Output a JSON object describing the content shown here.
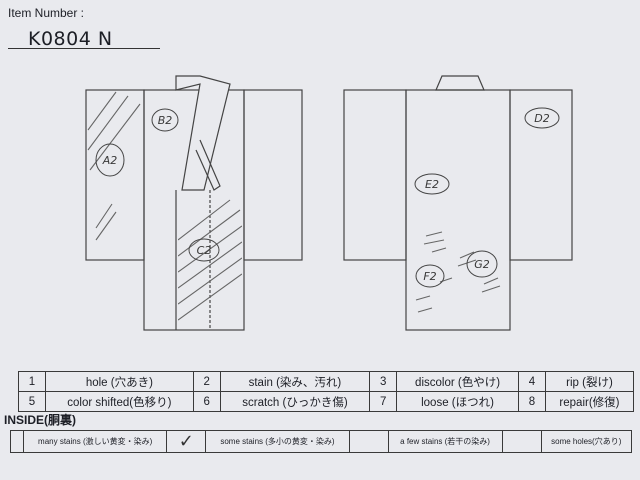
{
  "header": {
    "item_number_label": "Item Number :",
    "item_number_value": "K0804   N"
  },
  "marks": {
    "front": [
      "A2",
      "B2",
      "C2"
    ],
    "back": [
      "D2",
      "E2",
      "F2",
      "G2"
    ]
  },
  "legend": [
    [
      {
        "num": "1",
        "label": "hole (穴あき)"
      },
      {
        "num": "2",
        "label": "stain (染み、汚れ)"
      },
      {
        "num": "3",
        "label": "discolor (色やけ)"
      },
      {
        "num": "4",
        "label": "rip (裂け)"
      }
    ],
    [
      {
        "num": "5",
        "label": "color shifted(色移り)"
      },
      {
        "num": "6",
        "label": "scratch (ひっかき傷)"
      },
      {
        "num": "7",
        "label": "loose (ほつれ)"
      },
      {
        "num": "8",
        "label": "repair(修復)"
      }
    ]
  ],
  "inside": {
    "label": "INSIDE(胴裏)",
    "options": [
      "many stains (激しい黄変・染み)",
      "some stains (多小の黄変・染み)",
      "a few stains (若干の染み)",
      "some holes(穴あり)"
    ],
    "checked_mark": "✓"
  }
}
